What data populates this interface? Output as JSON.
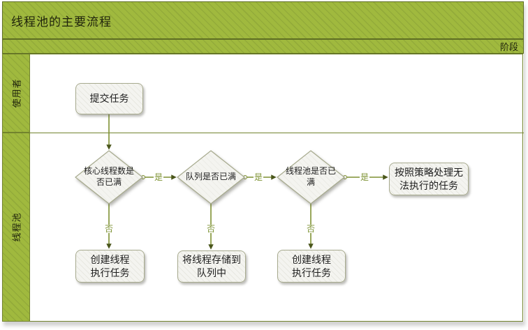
{
  "header": {
    "title": "线程池的主要流程",
    "phase_label": "阶段"
  },
  "lanes": [
    {
      "label": "使用者"
    },
    {
      "label": "线程池"
    }
  ],
  "flow": {
    "submit_task": "提交任务",
    "decision_core_full": "核心线程数是\n否已满",
    "decision_queue_full": "队列是否已满",
    "decision_pool_full": "线程池是否已\n满",
    "policy_handle_task": "按照策略处理无\n法执行的任务",
    "create_thread_1": "创建线程\n执行任务",
    "store_to_queue": "将线程存储到\n队列中",
    "create_thread_2": "创建线程\n执行任务",
    "yes_label_1": "是",
    "yes_label_2": "是",
    "yes_label_3": "是",
    "no_label_1": "否",
    "no_label_2": "否",
    "no_label_3": "否"
  },
  "colors": {
    "band_green": "#a0b93e",
    "band_hatch": "#93ab3a",
    "band_border": "#5e6e23",
    "lane_border": "#72832d",
    "connector_line": "#7e9132",
    "arrowhead": "#4a561b",
    "edge_label": "#7d9233",
    "shape_fill": "#f4f4f0",
    "shape_border": "#a7aa8e"
  }
}
